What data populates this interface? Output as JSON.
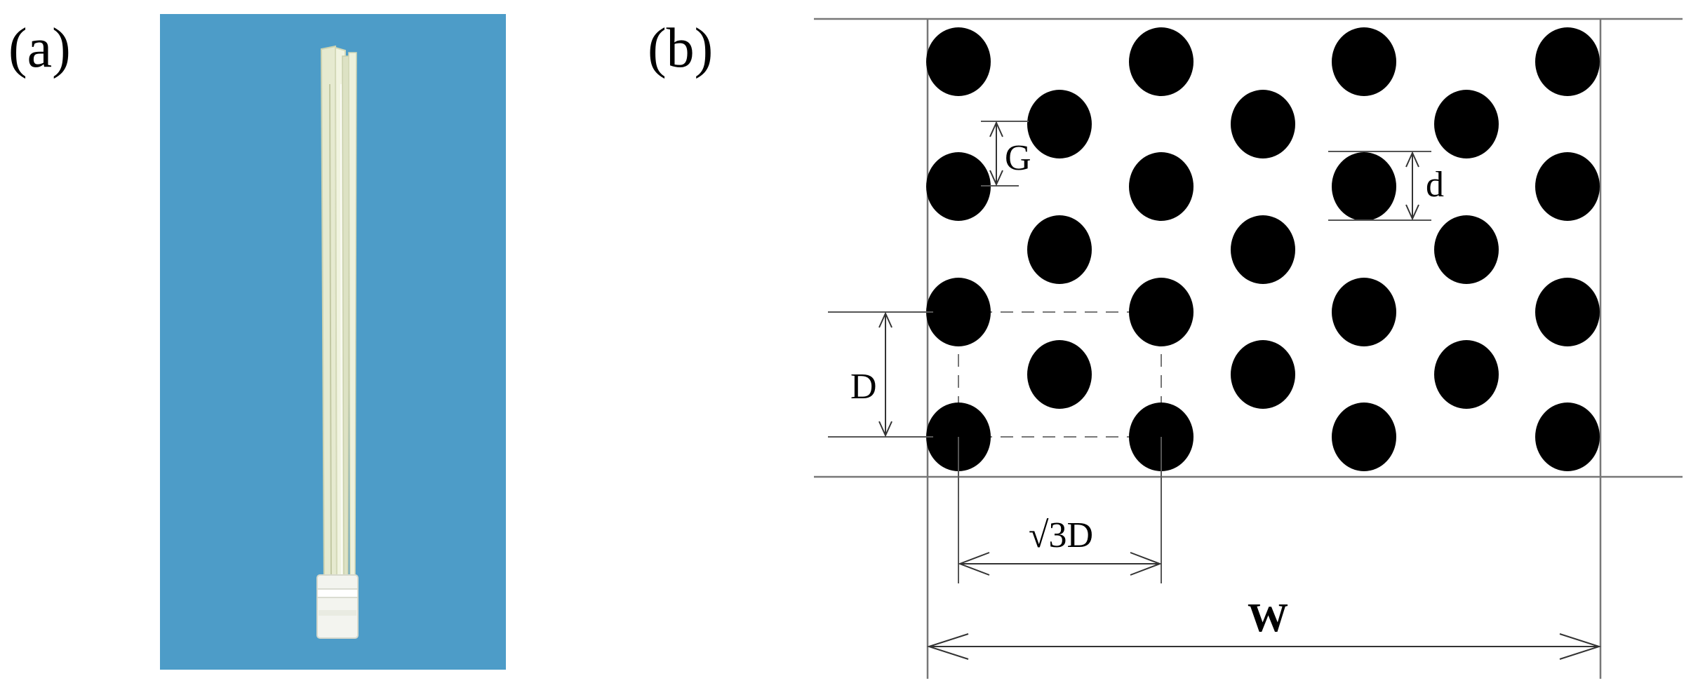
{
  "panels": {
    "a": {
      "label": "(a)",
      "background_color": "#4d9cc8"
    },
    "b": {
      "label": "(b)"
    }
  },
  "dimensions": {
    "gap": "G",
    "rod_diameter": "d",
    "row_pitch": "D",
    "column_pitch": "√3D",
    "width": "W"
  },
  "colors": {
    "rod": "#000000",
    "lines": "#777777",
    "photo_background": "#4d9cc8",
    "fiber": "#e9edd6"
  }
}
